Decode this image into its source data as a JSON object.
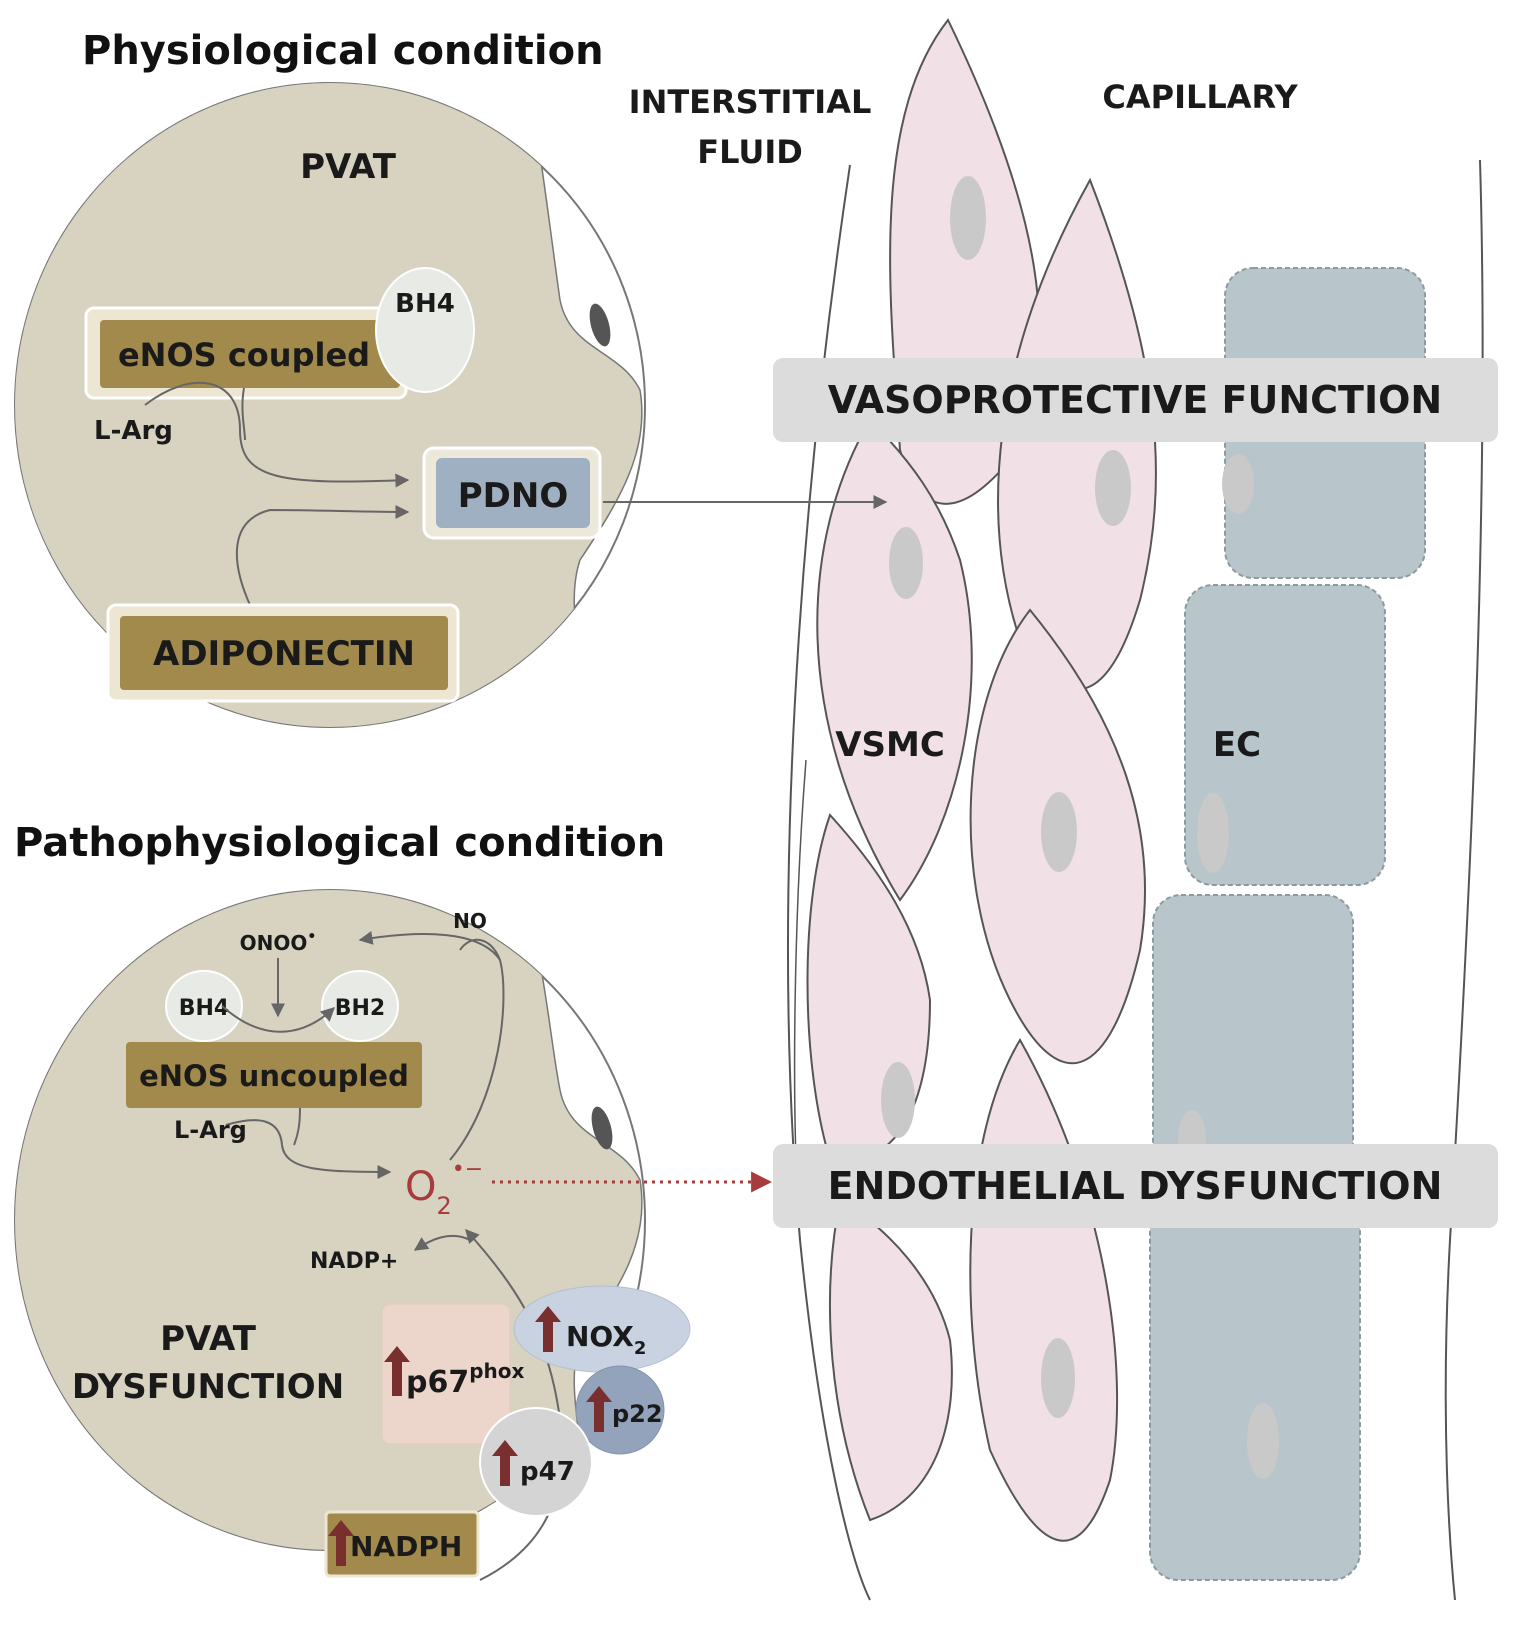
{
  "headings": {
    "physiological": "Physiological condition",
    "pathophysiological": "Pathophysiological condition"
  },
  "vessel": {
    "interstitial_line1": "INTERSTITIAL",
    "interstitial_line2": "FLUID",
    "capillary": "CAPILLARY",
    "vsmc": "VSMC",
    "ec": "EC",
    "banner_top": "VASOPROTECTIVE FUNCTION",
    "banner_bottom": "ENDOTHELIAL DYSFUNCTION"
  },
  "physiological_cell": {
    "pvat": "PVAT",
    "bh4": "BH4",
    "enos": "eNOS coupled",
    "larg": "L-Arg",
    "pdno": "PDNO",
    "adiponectin": "ADIPONECTIN"
  },
  "pathophysiological_cell": {
    "no": "NO",
    "onoo": "ONOO",
    "onoo_sup": "•",
    "bh4": "BH4",
    "bh2": "BH2",
    "enos": "eNOS uncoupled",
    "larg": "L-Arg",
    "superoxide": "O",
    "superoxide_sub": "2",
    "superoxide_sup": "•−",
    "nadp": "NADP+",
    "pvat_line1": "PVAT",
    "pvat_line2": "DYSFUNCTION",
    "p67": "p67",
    "p67_sup": "phox",
    "nox": "NOX",
    "nox_sub": "2",
    "p22": "p22",
    "p47": "p47",
    "nadph": "NADPH"
  },
  "colors": {
    "cell_fill": "#d8d2c0",
    "gold_box": "#a28a4c",
    "pdno_box": "#9fb0c2",
    "vsmc_fill": "#f1e0e6",
    "ec_fill": "#b8c6cb",
    "banner_fill": "#dcdcdc",
    "superoxide_red": "#a63c3c",
    "up_arrow": "#7a2f2f"
  }
}
